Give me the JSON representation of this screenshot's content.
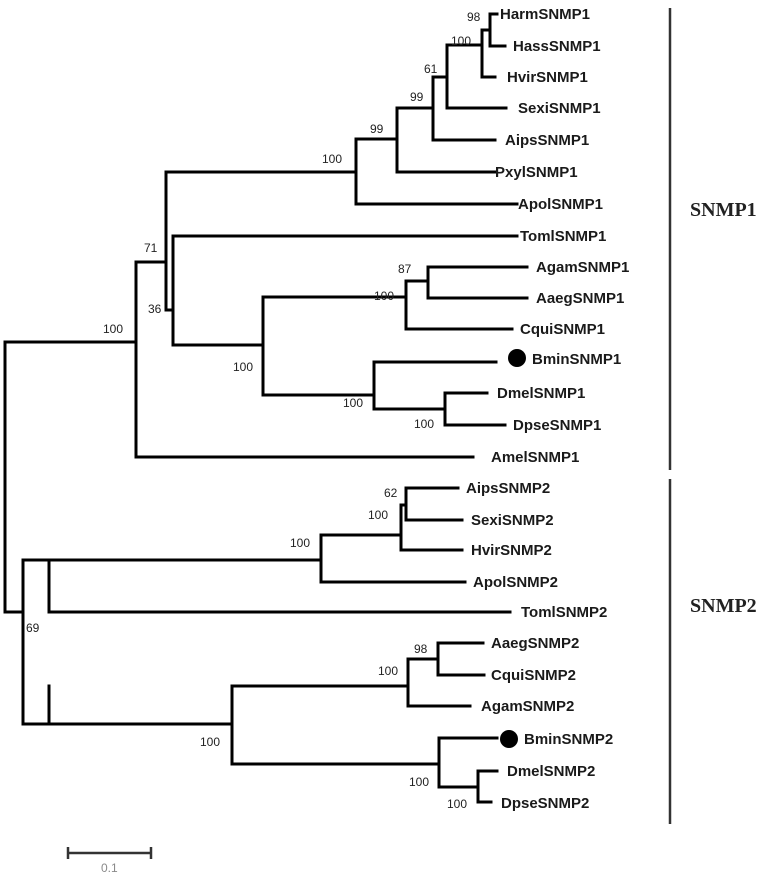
{
  "tree": {
    "clades": [
      {
        "label": "SNMP1"
      },
      {
        "label": "SNMP2"
      }
    ],
    "scale_bar": {
      "label": "0.1"
    },
    "leaves": [
      {
        "id": "HarmSNMP1",
        "label": "HarmSNMP1"
      },
      {
        "id": "HassSNMP1",
        "label": "HassSNMP1"
      },
      {
        "id": "HvirSNMP1",
        "label": "HvirSNMP1"
      },
      {
        "id": "SexiSNMP1",
        "label": "SexiSNMP1"
      },
      {
        "id": "AipsSNMP1",
        "label": "AipsSNMP1"
      },
      {
        "id": "PxylSNMP1",
        "label": "PxylSNMP1"
      },
      {
        "id": "ApolSNMP1",
        "label": "ApolSNMP1"
      },
      {
        "id": "TomlSNMP1",
        "label": "TomlSNMP1"
      },
      {
        "id": "AgamSNMP1",
        "label": "AgamSNMP1"
      },
      {
        "id": "AaegSNMP1",
        "label": "AaegSNMP1"
      },
      {
        "id": "CquiSNMP1",
        "label": "CquiSNMP1"
      },
      {
        "id": "BminSNMP1",
        "label": "BminSNMP1",
        "marked": true
      },
      {
        "id": "DmelSNMP1",
        "label": "DmelSNMP1"
      },
      {
        "id": "DpseSNMP1",
        "label": "DpseSNMP1"
      },
      {
        "id": "AmelSNMP1",
        "label": "AmelSNMP1"
      },
      {
        "id": "AipsSNMP2",
        "label": "AipsSNMP2"
      },
      {
        "id": "SexiSNMP2",
        "label": "SexiSNMP2"
      },
      {
        "id": "HvirSNMP2",
        "label": "HvirSNMP2"
      },
      {
        "id": "ApolSNMP2",
        "label": "ApolSNMP2"
      },
      {
        "id": "TomlSNMP2",
        "label": "TomlSNMP2"
      },
      {
        "id": "AaegSNMP2",
        "label": "AaegSNMP2"
      },
      {
        "id": "CquiSNMP2",
        "label": "CquiSNMP2"
      },
      {
        "id": "AgamSNMP2",
        "label": "AgamSNMP2"
      },
      {
        "id": "BminSNMP2",
        "label": "BminSNMP2",
        "marked": true
      },
      {
        "id": "DmelSNMP2",
        "label": "DmelSNMP2"
      },
      {
        "id": "DpseSNMP2",
        "label": "DpseSNMP2"
      }
    ],
    "bootstrap": {
      "n_harm_hass": "98",
      "n_hvir": "100",
      "n_sexi": "61",
      "n_aips": "99",
      "n_pxyl": "99",
      "n_apol": "100",
      "n_lep_toml_dip": "71",
      "n_toml_dip": "36",
      "n_agam_aaeg": "87",
      "n_mosq": "100",
      "n_dip": "100",
      "n_dros": "100",
      "n_dmel_dpse": "100",
      "n_snmp1": "100",
      "n_aips2_sexi2": "62",
      "n_hvir2": "100",
      "n_lep2": "100",
      "n_snmp2": "69",
      "n_aaeg2_cqui2": "98",
      "n_mosq2": "100",
      "n_dip2": "100",
      "n_dros2": "100",
      "n_dmel2_dpse2": "100"
    }
  }
}
